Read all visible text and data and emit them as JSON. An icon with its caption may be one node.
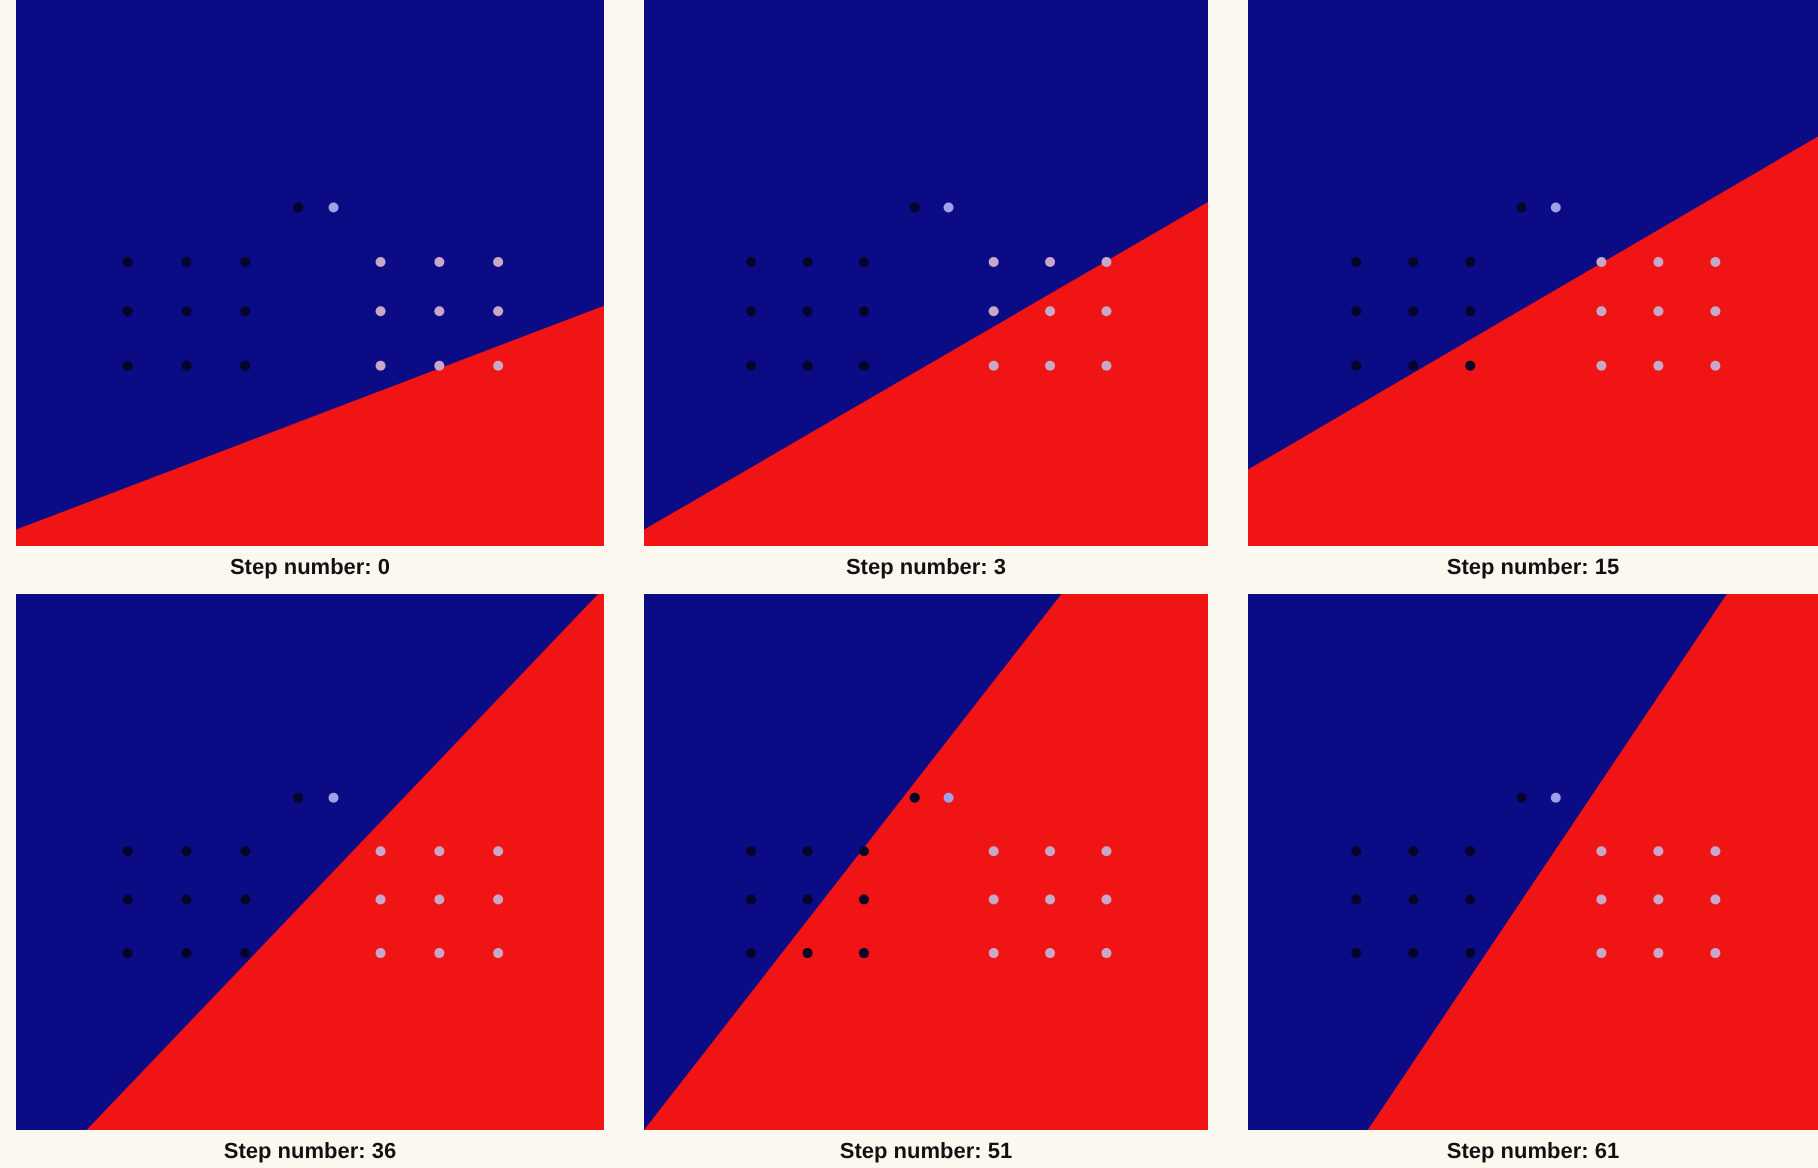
{
  "diagram": {
    "labels": [
      "Step number: 0",
      "Step number: 3",
      "Step number: 15",
      "Step number: 36",
      "Step number: 51",
      "Step number: 61"
    ]
  }
}
